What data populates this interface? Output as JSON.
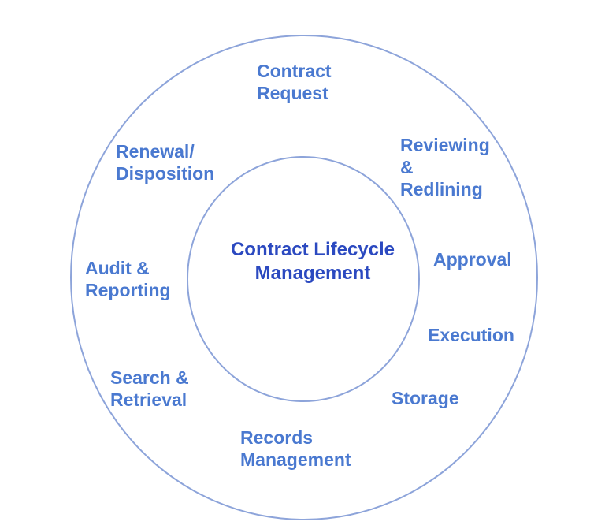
{
  "diagram": {
    "title": "Contract Lifecycle Management",
    "center_label": "Contract Lifecycle\nManagement",
    "stages": [
      {
        "id": "contract-request",
        "label": "Contract\nRequest"
      },
      {
        "id": "reviewing-redlining",
        "label": "Reviewing\n&\nRedlining"
      },
      {
        "id": "approval",
        "label": "Approval"
      },
      {
        "id": "execution",
        "label": "Execution"
      },
      {
        "id": "storage",
        "label": "Storage"
      },
      {
        "id": "records-management",
        "label": "Records\nManagement"
      },
      {
        "id": "search-retrieval",
        "label": "Search &\nRetrieval"
      },
      {
        "id": "audit-reporting",
        "label": "Audit &\nReporting"
      },
      {
        "id": "renewal-disposition",
        "label": "Renewal/\nDisposition"
      }
    ],
    "colors": {
      "stage_text": "#4a79d0",
      "center_text": "#2b49c0",
      "circle_stroke": "#8da4da",
      "background": "#ffffff"
    }
  }
}
